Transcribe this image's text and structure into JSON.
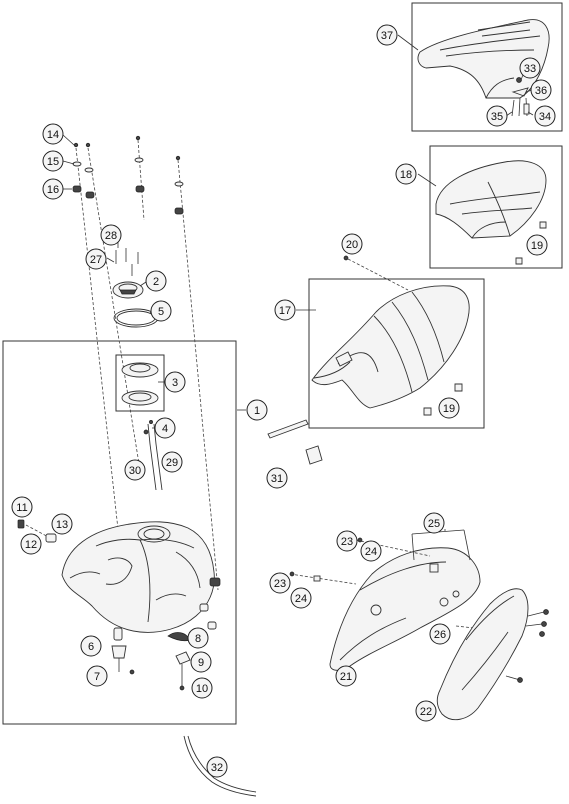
{
  "diagram": {
    "callouts": [
      {
        "id": "c37",
        "label": "37"
      },
      {
        "id": "c33",
        "label": "33"
      },
      {
        "id": "c36",
        "label": "36"
      },
      {
        "id": "c35",
        "label": "35"
      },
      {
        "id": "c34",
        "label": "34"
      },
      {
        "id": "c14",
        "label": "14"
      },
      {
        "id": "c15",
        "label": "15"
      },
      {
        "id": "c16",
        "label": "16"
      },
      {
        "id": "c18",
        "label": "18"
      },
      {
        "id": "c19a",
        "label": "19"
      },
      {
        "id": "c20",
        "label": "20"
      },
      {
        "id": "c28",
        "label": "28"
      },
      {
        "id": "c27",
        "label": "27"
      },
      {
        "id": "c2",
        "label": "2"
      },
      {
        "id": "c5",
        "label": "5"
      },
      {
        "id": "c17",
        "label": "17"
      },
      {
        "id": "c19b",
        "label": "19"
      },
      {
        "id": "c3",
        "label": "3"
      },
      {
        "id": "c1",
        "label": "1"
      },
      {
        "id": "c4",
        "label": "4"
      },
      {
        "id": "c30",
        "label": "30"
      },
      {
        "id": "c29",
        "label": "29"
      },
      {
        "id": "c31",
        "label": "31"
      },
      {
        "id": "c11",
        "label": "11"
      },
      {
        "id": "c13",
        "label": "13"
      },
      {
        "id": "c12",
        "label": "12"
      },
      {
        "id": "c25",
        "label": "25"
      },
      {
        "id": "c23a",
        "label": "23"
      },
      {
        "id": "c24a",
        "label": "24"
      },
      {
        "id": "c23b",
        "label": "23"
      },
      {
        "id": "c24b",
        "label": "24"
      },
      {
        "id": "c26",
        "label": "26"
      },
      {
        "id": "c6",
        "label": "6"
      },
      {
        "id": "c8",
        "label": "8"
      },
      {
        "id": "c9",
        "label": "9"
      },
      {
        "id": "c7",
        "label": "7"
      },
      {
        "id": "c10",
        "label": "10"
      },
      {
        "id": "c21",
        "label": "21"
      },
      {
        "id": "c22",
        "label": "22"
      },
      {
        "id": "c32",
        "label": "32"
      }
    ]
  }
}
